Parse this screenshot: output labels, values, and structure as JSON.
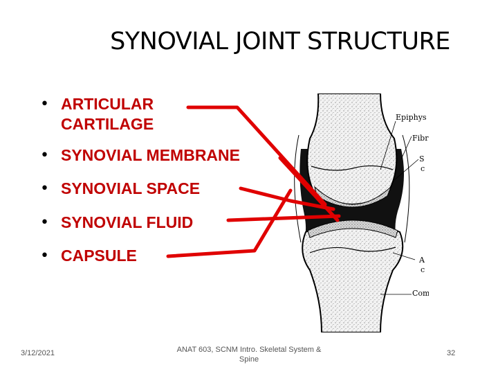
{
  "slide": {
    "title": "SYNOVIAL JOINT STRUCTURE",
    "bullets": [
      {
        "label": "ARTICULAR\nCARTILAGE"
      },
      {
        "label": "SYNOVIAL MEMBRANE"
      },
      {
        "label": "SYNOVIAL SPACE"
      },
      {
        "label": "SYNOVIAL FLUID"
      },
      {
        "label": "CAPSULE"
      }
    ],
    "bullet_glyph": "•",
    "figure_labels": [
      "Epiphys",
      "Fibro",
      "S",
      "c",
      "A",
      "c",
      "Comp"
    ]
  },
  "footer": {
    "date": "3/12/2021",
    "course": "ANAT 603, SCNM Intro. Skeletal System & Spine",
    "page": "32"
  },
  "colors": {
    "arrow": "#e00000",
    "bullet_text": "#c00000"
  }
}
